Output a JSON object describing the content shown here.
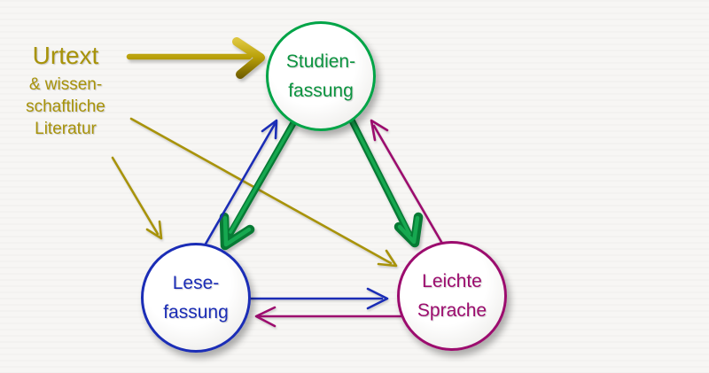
{
  "canvas": {
    "background": "#f7f6f4"
  },
  "palette": {
    "gold": "#a8930a",
    "gold_light": "#dcc53d",
    "gold_mid": "#b89f08",
    "gold_dark": "#6f5d00",
    "green_border": "#00a447",
    "green_text": "#0c9440",
    "green_dark": "#067a34",
    "green_light": "#16a850",
    "blue": "#1b2db6",
    "magenta": "#9c0c6e"
  },
  "source_label": {
    "title": "Urtext",
    "lines": [
      "& wissen-",
      "schaftliche",
      "Literatur"
    ]
  },
  "nodes": {
    "studienfassung": {
      "line1": "Studien-",
      "line2": "fassung"
    },
    "lesefassung": {
      "line1": "Lese-",
      "line2": "fassung"
    },
    "leichte_sprache": {
      "line1": "Leichte",
      "line2": "Sprache"
    }
  }
}
